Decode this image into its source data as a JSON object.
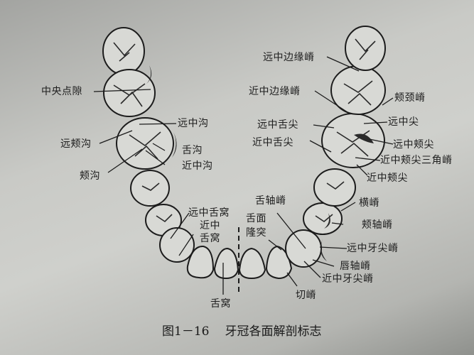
{
  "figure": {
    "number": "图1－16",
    "title": "牙冠各面解剖标志"
  },
  "labels_left": {
    "central_fossa_point": "中央点隙",
    "distal_groove": "远中沟",
    "distobuccal_groove": "远颊沟",
    "lingual_groove": "舌沟",
    "mesial_groove": "近中沟",
    "buccal_groove": "颊沟",
    "distal_lingual_fossa": "远中舌窝",
    "mesial_lingual_fossa_line1": "近中",
    "mesial_lingual_fossa_line2": "舌窝",
    "lingual_fossa": "舌窝"
  },
  "labels_right": {
    "distal_marginal_ridge": "远中边缘嵴",
    "mesial_marginal_ridge": "近中边缘嵴",
    "buccal_cervical_ridge": "颊颈嵴",
    "distal_cusp": "远中尖",
    "distolingual_cusp": "远中舌尖",
    "mesiolingual_cusp": "近中舌尖",
    "distobuccal_cusp": "远中颊尖",
    "mesiobuccal_cusp_triangular_ridge": "近中颊尖三角嵴",
    "mesiobuccal_cusp": "近中颊尖",
    "transverse_ridge": "横嵴",
    "buccal_axial_ridge": "颊轴嵴",
    "lingual_axial_ridge": "舌轴嵴",
    "lingual_surface_line1": "舌面",
    "lingual_surface_line2": "隆突",
    "distal_cusp_ridge": "远中牙尖嵴",
    "labial_axial_ridge": "唇轴嵴",
    "mesial_cusp_ridge": "近中牙尖嵴",
    "incisal_ridge": "切嵴"
  }
}
